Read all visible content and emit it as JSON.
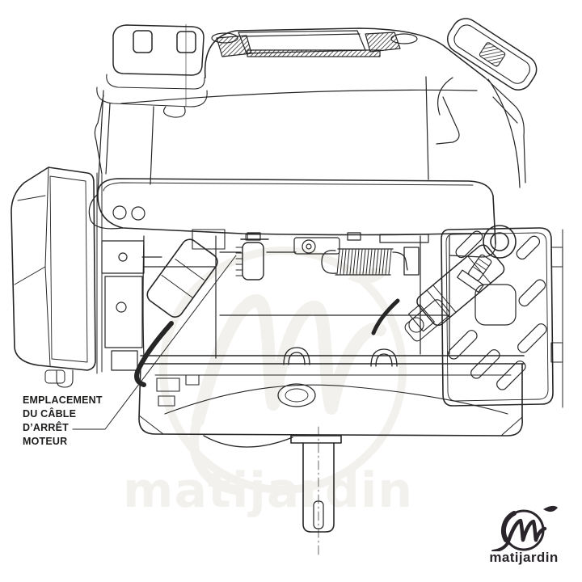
{
  "page": {
    "background": "#ffffff"
  },
  "callout": {
    "lines": [
      "EMPLACEMENT",
      "DU CÂBLE",
      "D’ARRÊT",
      "MOTEUR"
    ],
    "color": "#1d1d1b",
    "points_to": "stop-cable-bracket"
  },
  "watermark": {
    "text": "matijardin",
    "color": "#f2f1ee"
  },
  "brand": {
    "name": "matijardin",
    "color": "#29252a",
    "mark": "calligraphic-m-in-circle-with-leaf"
  },
  "diagram": {
    "subject": "vertical-shaft small engine, front view, black line art",
    "line_color": "#262626",
    "parts": [
      "fuel-cap",
      "top-cover",
      "recoil-starter-handle",
      "blower-shroud",
      "air-filter-cover",
      "spark-plug-boot",
      "stop-cable-bracket",
      "governor-spring",
      "muffler",
      "lifting-eye-bolt",
      "muffler-guard",
      "mounting-base",
      "crankshaft"
    ]
  }
}
